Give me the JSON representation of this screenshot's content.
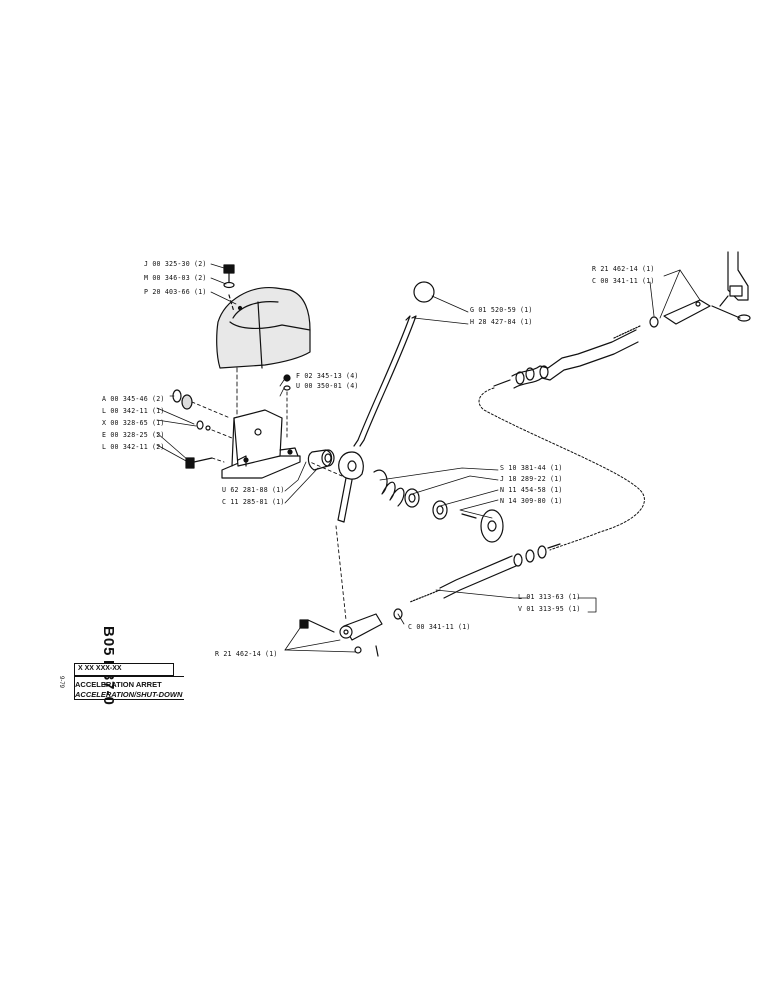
{
  "sheet": {
    "code_top": "B05",
    "code_bottom": "D37-0",
    "date": "9-79",
    "ref_placeholder": "X XX XXX-XX",
    "title_fr": "ACCELERATION ARRET",
    "title_en": "ACCELERATION/SHUT-DOWN"
  },
  "labels": {
    "j00325": "J 00 325-30 (2)",
    "m00346": "M 00 346-03 (2)",
    "p20403": "P 20 403-66 (1)",
    "a00345": "A 00 345-46 (2)",
    "l00342a": "L 00 342-11 (1)",
    "x00328": "X 00 328-65 (1)",
    "e00328": "E 00 328-25 (2)",
    "l00342b": "L 00 342-11 (2)",
    "f02345": "F 02 345-13 (4)",
    "u00350": "U 00 350-01 (4)",
    "u62281": "U 62 281-88 (1)",
    "c11285": "C 11 285-81 (1)",
    "g01520": "G 01 520-59 (1)",
    "h28427": "H 28 427-84 (1)",
    "s10381": "S 10 381-44 (1)",
    "j18289": "J 18 289-22 (1)",
    "n11454": "N 11 454-58 (1)",
    "n14309": "N 14 309-80 (1)",
    "r21462a": "R 21 462-14 (1)",
    "c00341a": "C 00 341-11 (1)",
    "l01313": "L 01 313-63 (1)",
    "v01313": "V 01 313-95 (1)",
    "c00341b": "C 00 341-11 (1)",
    "r21462b": "R 21 462-14 (1)"
  }
}
